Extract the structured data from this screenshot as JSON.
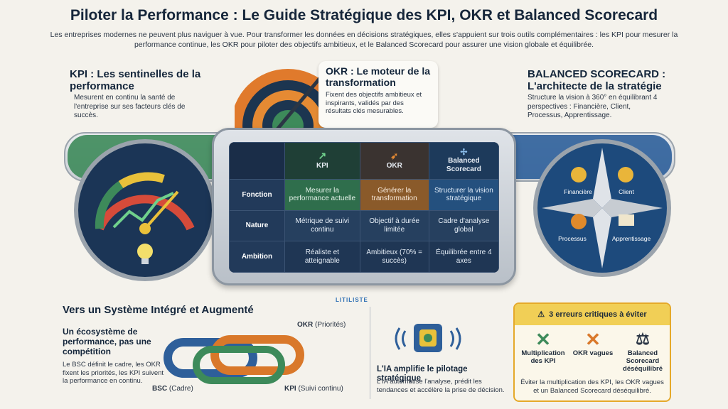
{
  "title": "Piloter la Performance : Le Guide Stratégique des KPI, OKR et Balanced Scorecard",
  "intro": "Les entreprises modernes ne peuvent plus naviguer à vue. Pour transformer les données en décisions stratégiques, elles s'appuient sur trois outils complémentaires : les KPI pour mesurer la performance continue, les OKR pour piloter des objectifs ambitieux, et le Balanced Scorecard pour assurer une vision globale et équilibrée.",
  "kpi": {
    "heading": "KPI : Les sentinelles de la performance",
    "text": "Mesurent en continu la santé de l'entreprise sur ses facteurs clés de succès."
  },
  "okr": {
    "heading": "OKR : Le moteur de la transformation",
    "text": "Fixent des objectifs ambitieux et inspirants, validés par des résultats clés mesurables."
  },
  "bsc": {
    "heading": "BALANCED SCORECARD : L'architecte de la stratégie",
    "text": "Structure la vision à 360° en équilibrant 4 perspectives : Financière, Client, Processus, Apprentissage.",
    "quadrants": [
      "Financière",
      "Client",
      "Processus",
      "Apprentissage"
    ]
  },
  "table": {
    "columns": [
      "KPI",
      "OKR",
      "Balanced Scorecard"
    ],
    "rows": [
      {
        "label": "Fonction",
        "cells": [
          "Mesurer la performance actuelle",
          "Générer la transformation",
          "Structurer la vision stratégique"
        ]
      },
      {
        "label": "Nature",
        "cells": [
          "Métrique de suivi continu",
          "Objectif à durée limitée",
          "Cadre d'analyse global"
        ]
      },
      {
        "label": "Ambition",
        "cells": [
          "Réaliste et atteignable",
          "Ambitieux (70% = succès)",
          "Équilibrée entre 4 axes"
        ]
      }
    ]
  },
  "logo": "LITILISTE",
  "system": {
    "heading": "Vers un Système Intégré et Augmenté",
    "subheading": "Un écosystème de performance, pas une compétition",
    "text": "Le BSC définit le cadre, les OKR fixent les priorités, les KPI suivent la performance en continu.",
    "labels": {
      "okr": "OKR",
      "okr_note": "(Priorités)",
      "bsc": "BSC",
      "bsc_note": "(Cadre)",
      "kpi": "KPI",
      "kpi_note": "(Suivi continu)"
    }
  },
  "ai": {
    "heading": "L'IA amplifie le pilotage stratégique",
    "text": "L'IA automatise l'analyse, prédit les tendances et accélère la prise de décision."
  },
  "errors": {
    "heading": "3 erreurs critiques à éviter",
    "items": [
      "Multiplication des KPI",
      "OKR vagues",
      "Balanced Scorecard déséquilibré"
    ],
    "text": "Éviter la multiplication des KPI, les OKR vagues et un Balanced Scorecard déséquilibré."
  },
  "colors": {
    "kpi": "#2f6e4c",
    "okr": "#d9782a",
    "bsc": "#24507e",
    "warning": "#f1cf56"
  }
}
